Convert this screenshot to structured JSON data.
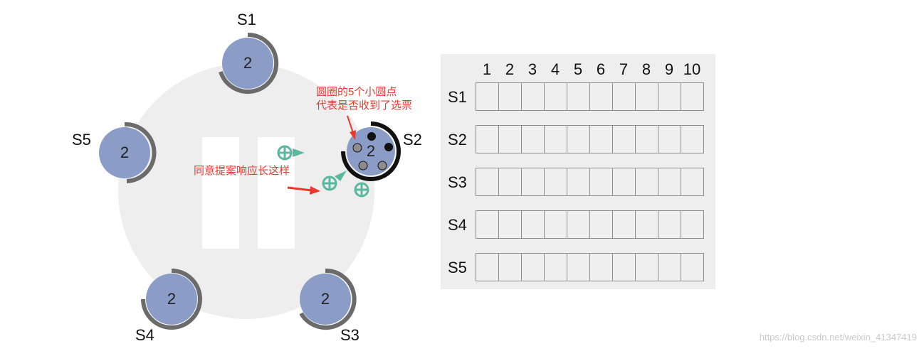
{
  "servers": [
    {
      "name": "S1",
      "term": "2"
    },
    {
      "name": "S2",
      "term": "2"
    },
    {
      "name": "S3",
      "term": "2"
    },
    {
      "name": "S4",
      "term": "2"
    },
    {
      "name": "S5",
      "term": "2"
    }
  ],
  "annotations": {
    "vote_dots_line1": "圆圈的5个小圆点",
    "vote_dots_line2": "代表是否收到了选票",
    "vote_response": "同意提案响应长这样"
  },
  "log_table": {
    "columns": [
      "1",
      "2",
      "3",
      "4",
      "5",
      "6",
      "7",
      "8",
      "9",
      "10"
    ],
    "rows": [
      "S1",
      "S2",
      "S3",
      "S4",
      "S5"
    ]
  },
  "watermark": "https://blog.csdn.net/weixin_41347419",
  "colors": {
    "server_fill": "#8b9dc7",
    "arc": "#6b6b6b",
    "candidate_ring": "#000000",
    "message": "#5ab8a0",
    "annotation": "#e8392f",
    "background_logo": "#eeeeee"
  }
}
